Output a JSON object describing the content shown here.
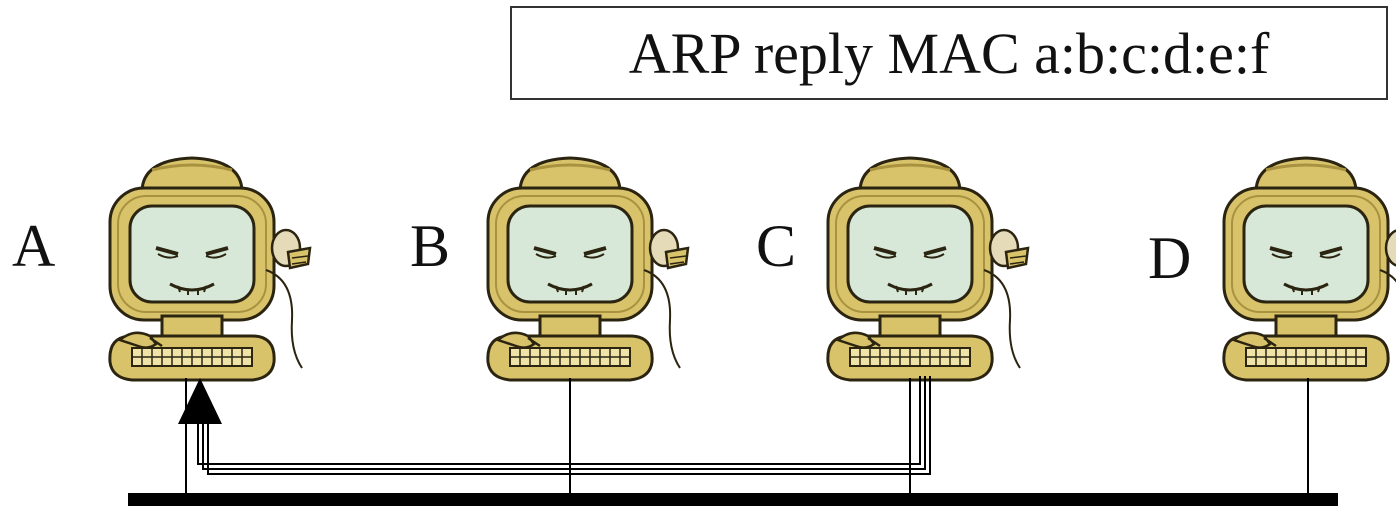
{
  "message": {
    "text": "ARP reply MAC a:b:c:d:e:f"
  },
  "hosts": [
    {
      "label": "A"
    },
    {
      "label": "B"
    },
    {
      "label": "C"
    },
    {
      "label": "D"
    }
  ],
  "colors": {
    "monitor_body": "#d9c36a",
    "monitor_shadow": "#a8913f",
    "screen": "#d7e8d8",
    "outline": "#2b2410",
    "bus": "#000000"
  },
  "icon": "cartoon-computer-icon"
}
